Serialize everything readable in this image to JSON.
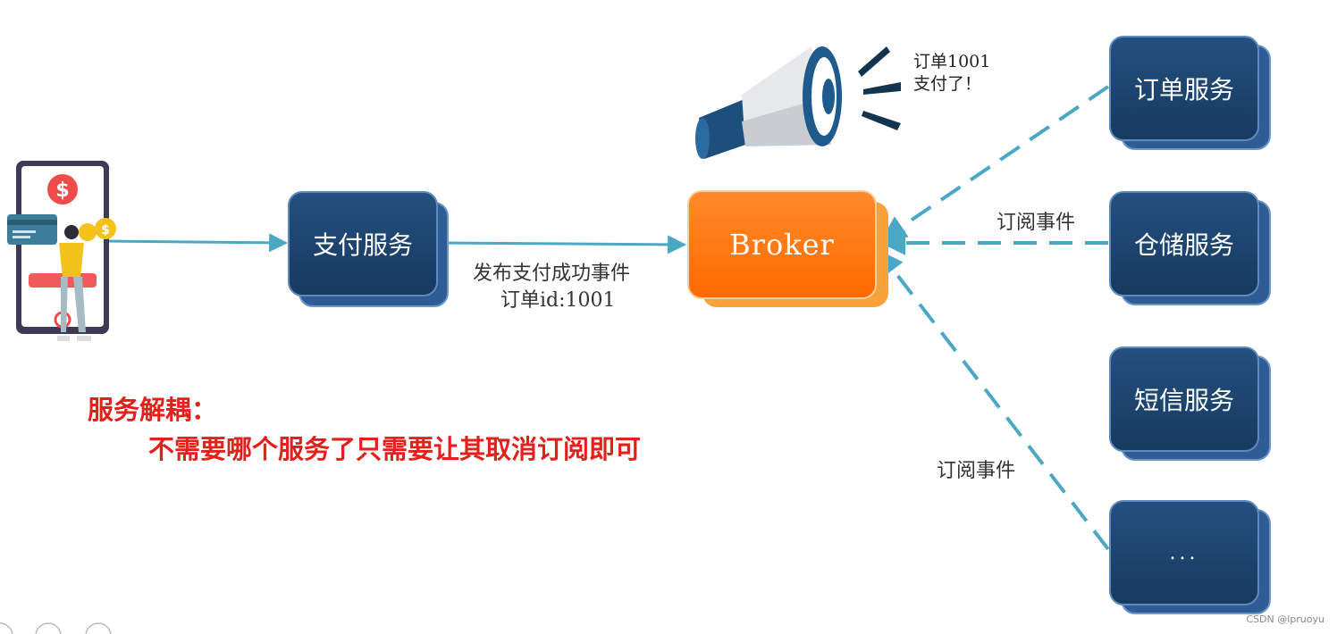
{
  "services": {
    "payment": "支付服务",
    "broker": "Broker",
    "order": "订单服务",
    "storage": "仓储服务",
    "sms": "短信服务",
    "more": "..."
  },
  "labels": {
    "publish_line1": "发布支付成功事件",
    "publish_line2": "订单id:1001",
    "announce_line1": "订单1001",
    "announce_line2": "支付了！",
    "subscribe_top": "订阅事件",
    "subscribe_bottom": "订阅事件"
  },
  "note": {
    "title": "服务解耦：",
    "body": "不需要哪个服务了只需要让其取消订阅即可"
  },
  "watermark": "CSDN @lpruoyu",
  "colors": {
    "service_box": "#1e4a78",
    "broker_box": "#ff7a12",
    "arrow": "#4aa8c4",
    "note_text": "#e3211c"
  }
}
